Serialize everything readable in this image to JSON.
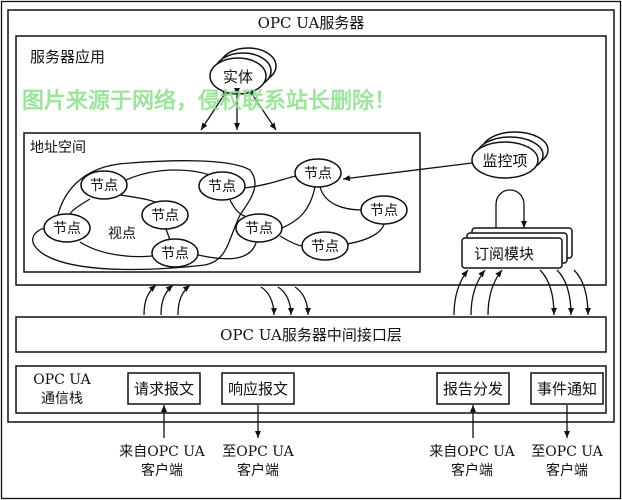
{
  "title": "OPC UA服务器",
  "server_app": {
    "label": "服务器应用",
    "entity": "实体",
    "address_space": {
      "label": "地址空间",
      "nodes": [
        "节点",
        "节点",
        "节点",
        "节点",
        "节点",
        "节点",
        "节点",
        "节点",
        "节点"
      ],
      "view": "视点"
    },
    "monitored_item": "监控项",
    "subscription": "订阅模块"
  },
  "middleware_layer": "OPC UA服务器中间接口层",
  "comm_stack": {
    "label_line1": "OPC UA",
    "label_line2": "通信栈",
    "boxes": [
      "请求报文",
      "响应报文",
      "报告分发",
      "事件通知"
    ]
  },
  "clients": [
    {
      "line1": "来自OPC UA",
      "line2": "客户端"
    },
    {
      "line1": "至OPC UA",
      "line2": "客户端"
    },
    {
      "line1": "来自OPC UA",
      "line2": "客户端"
    },
    {
      "line1": "至OPC UA",
      "line2": "客户端"
    }
  ],
  "watermark": "图片来源于网络，侵权联系站长删除！",
  "colors": {
    "line": "#111111",
    "watermark": "#8ee08e"
  }
}
